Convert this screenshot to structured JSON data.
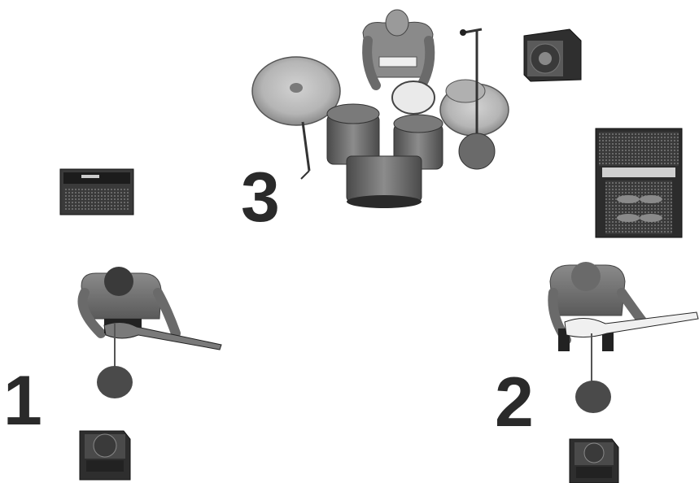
{
  "stage_plot": {
    "positions": [
      {
        "number": "1"
      },
      {
        "number": "2"
      },
      {
        "number": "3"
      }
    ]
  },
  "colors": {
    "background": "#ffffff",
    "figure_dark": "#3c3c3c",
    "figure_mid": "#6e6e6e",
    "figure_light": "#9a9a9a",
    "cymbal": "#b8b8b8",
    "number": "#2a2a2a"
  }
}
